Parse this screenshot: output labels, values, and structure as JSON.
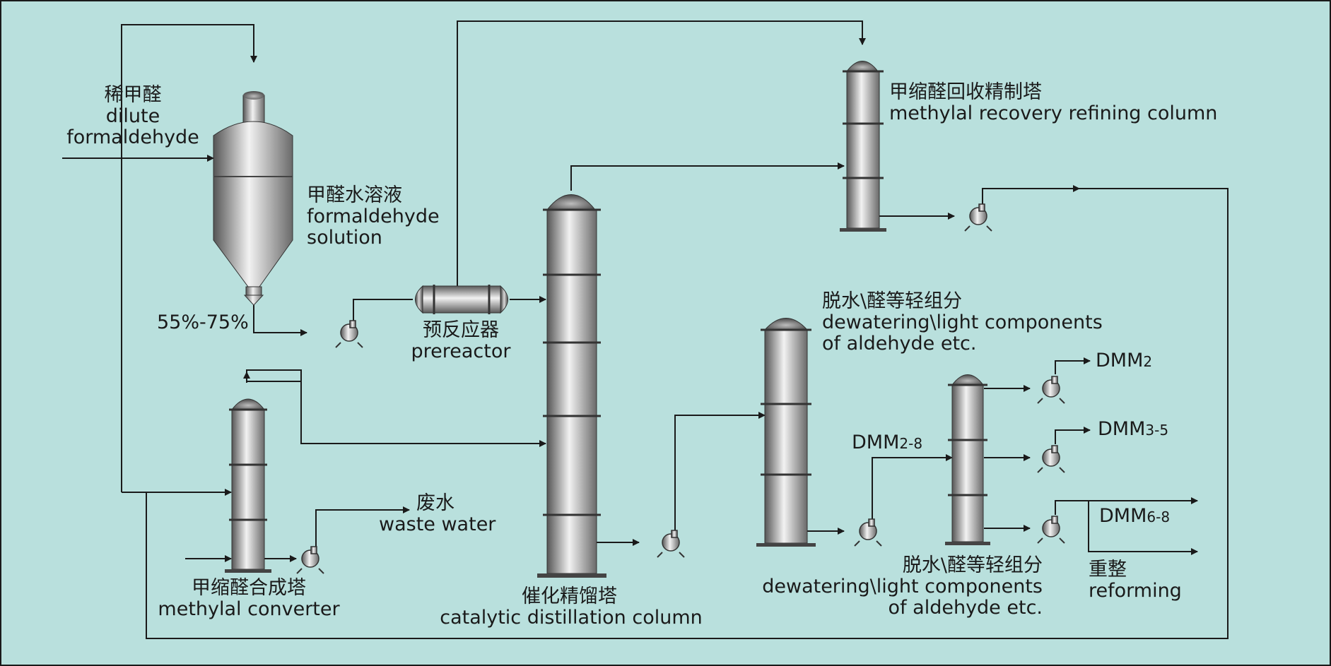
{
  "colors": {
    "background": "#b9e0dd",
    "line": "#1a1a1a",
    "vessel_dark": "#4a4a4a",
    "vessel_light": "#f4f4f4"
  },
  "labels": {
    "dilute_formaldehyde": {
      "zh": "稀甲醛",
      "en1": "dilute",
      "en2": "formaldehyde"
    },
    "formaldehyde_solution": {
      "zh": "甲醛水溶液",
      "en1": "formaldehyde",
      "en2": "solution"
    },
    "concentration": "55%-75%",
    "prereactor": {
      "zh": "预反应器",
      "en": "prereactor"
    },
    "methylal_converter": {
      "zh": "甲缩醛合成塔",
      "en": "methylal converter"
    },
    "waste_water": {
      "zh": "废水",
      "en": "waste water"
    },
    "catalytic_column": {
      "zh": "催化精馏塔",
      "en": "catalytic distillation column"
    },
    "methylal_recovery": {
      "zh": "甲缩醛回收精制塔",
      "en": "methylal recovery refining column"
    },
    "light_components_top": {
      "zh": "脱水\\醛等轻组分",
      "en1": "dewatering\\light components",
      "en2": "of aldehyde etc."
    },
    "light_components_bottom": {
      "zh": "脱水\\醛等轻组分",
      "en1": "dewatering\\light components",
      "en2": "of aldehyde etc."
    },
    "dmm2_8": {
      "main": "DMM",
      "sub": "2-8"
    },
    "dmm2": {
      "main": "DMM",
      "sub": "2"
    },
    "dmm3_5": {
      "main": "DMM",
      "sub": "3-5"
    },
    "dmm6_8": {
      "main": "DMM",
      "sub": "6-8"
    },
    "reforming": {
      "zh": "重整",
      "en": "reforming"
    }
  }
}
